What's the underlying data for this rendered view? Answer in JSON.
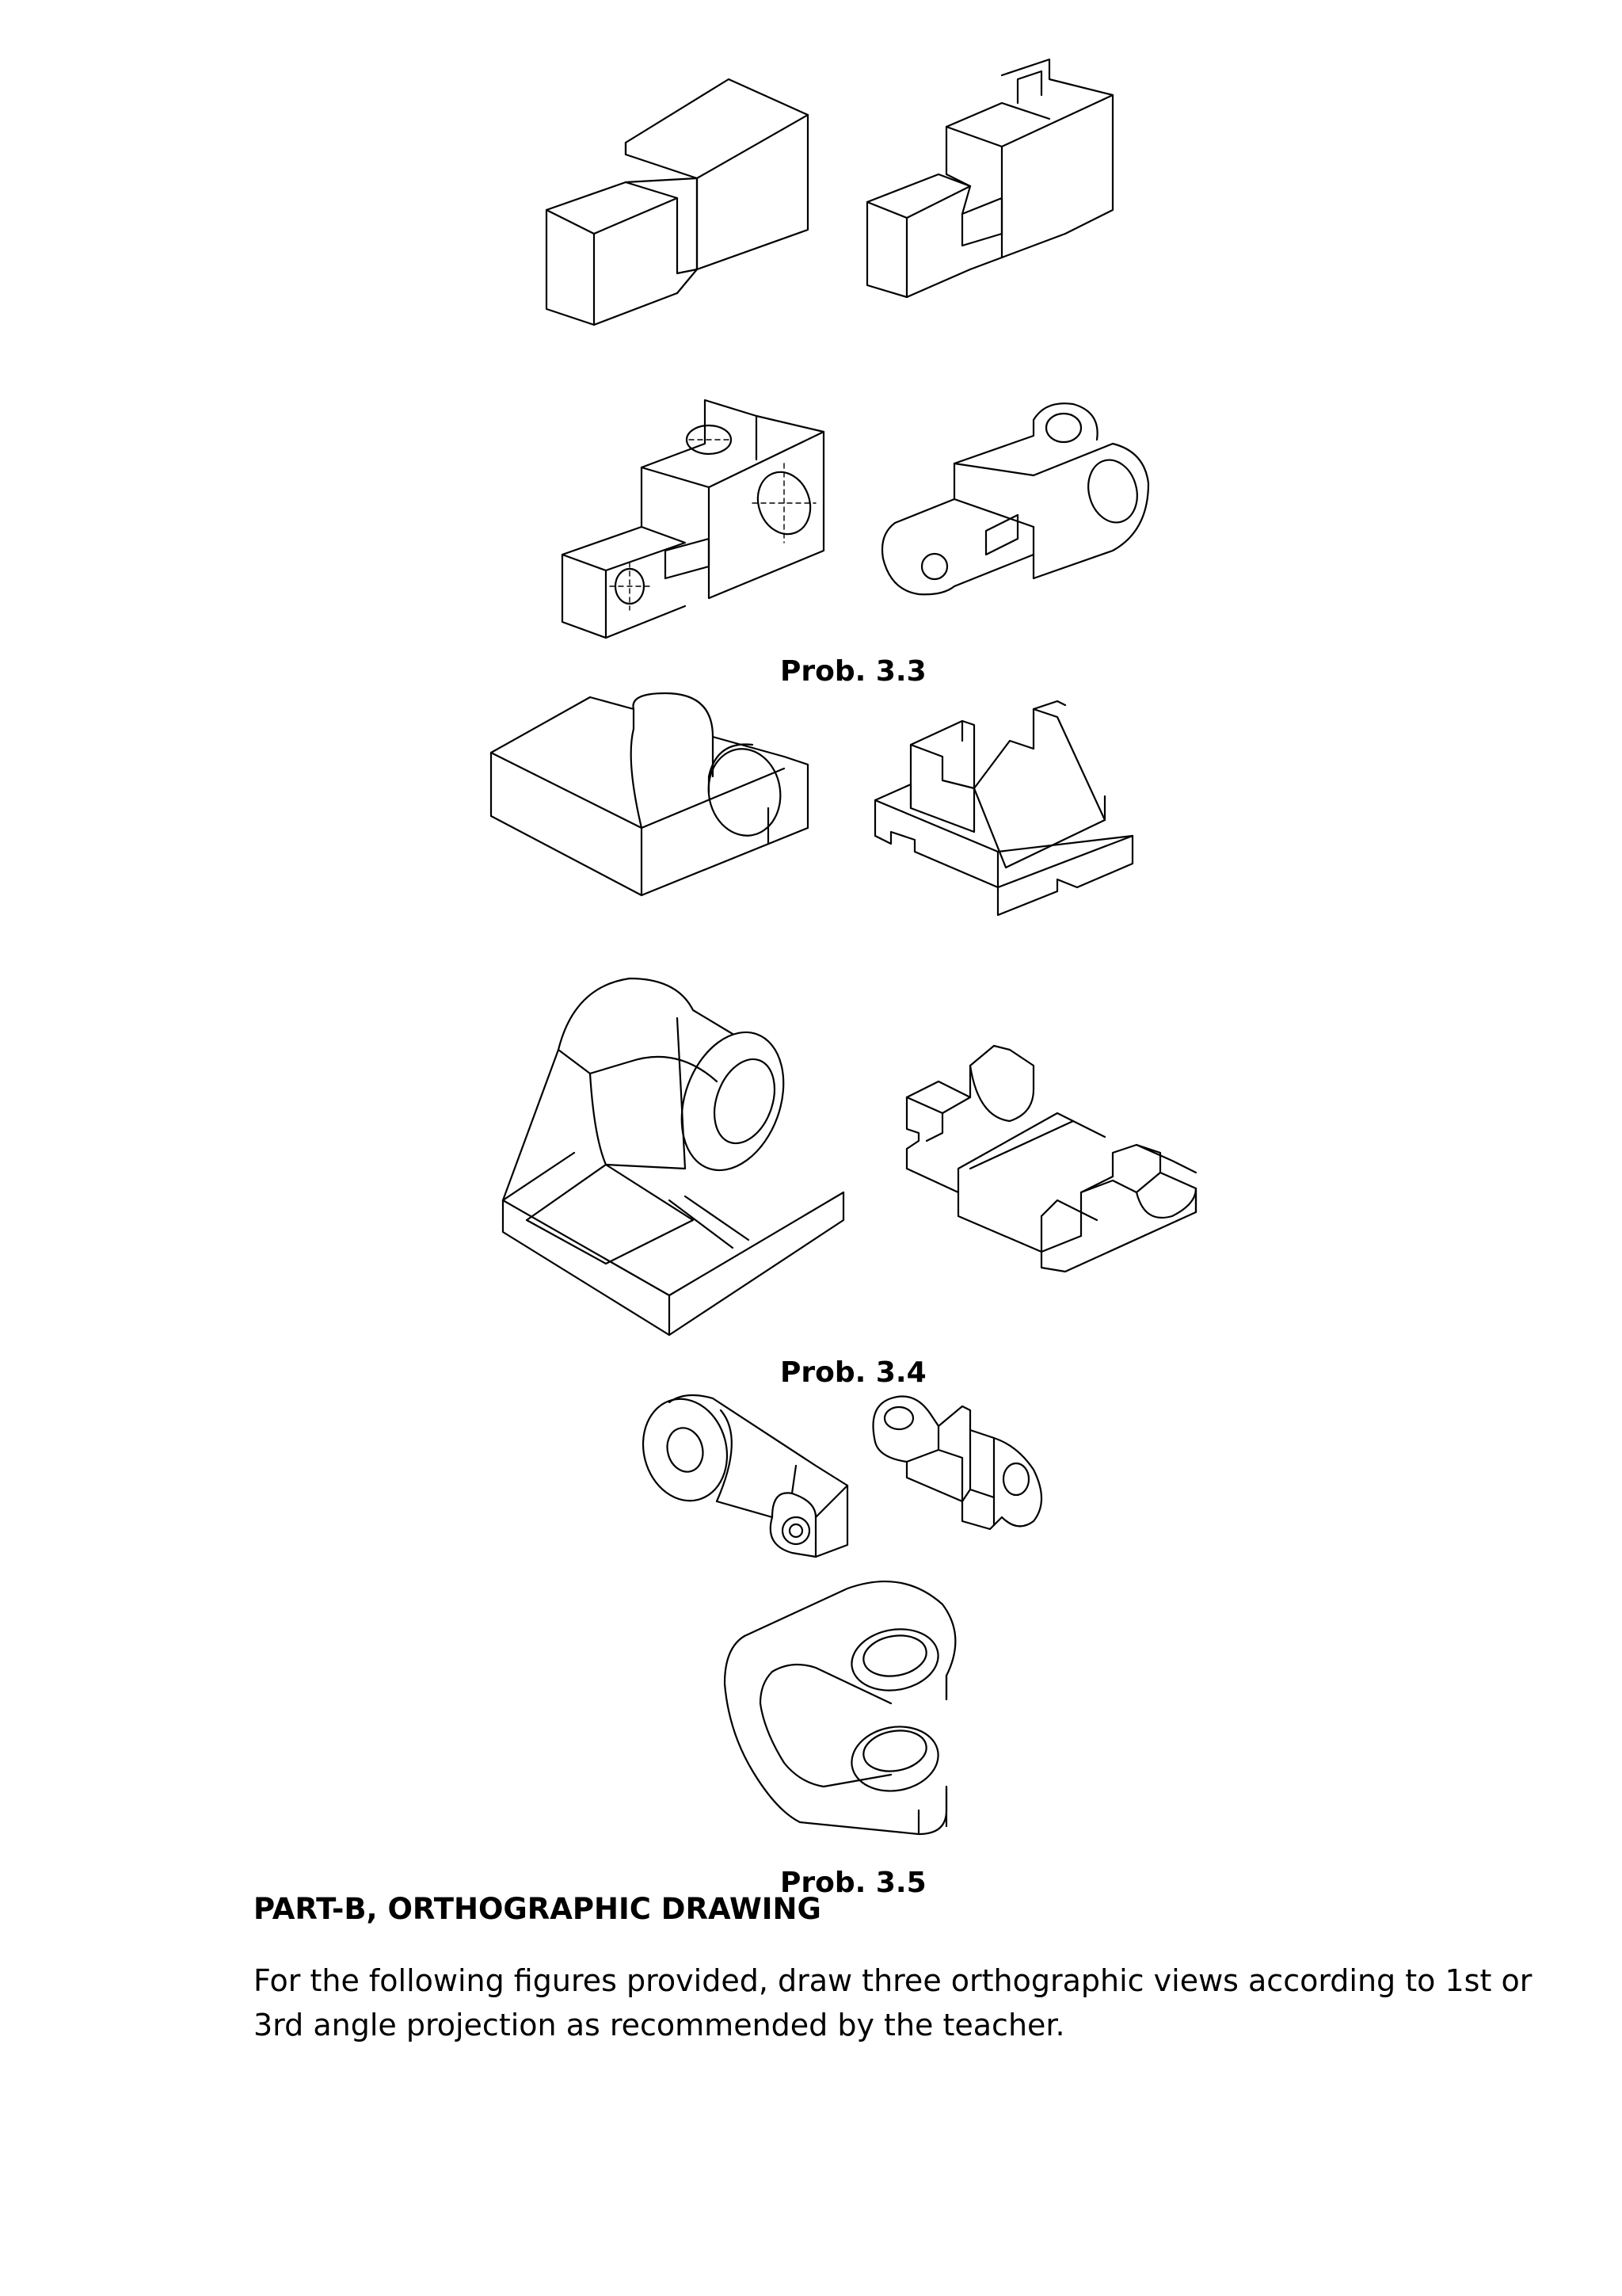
{
  "captions": {
    "prob_3_3": "Prob. 3.3",
    "prob_3_4": "Prob. 3.4",
    "prob_3_5": "Prob. 3.5"
  },
  "part_b": {
    "heading": "PART-B, ORTHOGRAPHIC DRAWING",
    "instructions": "For the following figures provided, draw three orthographic views according to 1st or 3rd angle projection as recommended by the teacher."
  }
}
